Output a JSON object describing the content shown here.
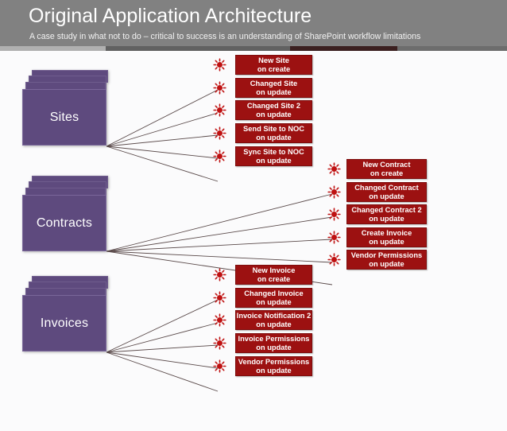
{
  "header": {
    "title": "Original Application Architecture",
    "subtitle": "A case study in what not to do – critical to success is an understanding of SharePoint workflow limitations",
    "bg_color": "#818181",
    "title_color": "#ffffff"
  },
  "accent_bar": {
    "segments": [
      {
        "name": "light",
        "color": "#b0b0b0"
      },
      {
        "name": "dark",
        "color": "#616161"
      },
      {
        "name": "maroon",
        "color": "#3b2020"
      },
      {
        "name": "mid",
        "color": "#6d6d6d"
      }
    ]
  },
  "colors": {
    "list_purple": "#5e4a7e",
    "workflow_red": "#9c1111",
    "canvas_bg": "#fbfbfc",
    "connector_line": "#5a4a4a"
  },
  "lists": [
    {
      "id": "sites",
      "label": "Sites"
    },
    {
      "id": "contracts",
      "label": "Contracts"
    },
    {
      "id": "invoices",
      "label": "Invoices"
    }
  ],
  "groups": [
    {
      "id": "sites-group",
      "source": "Sites",
      "workflows": [
        {
          "name": "New Site",
          "trigger": "on create"
        },
        {
          "name": "Changed Site",
          "trigger": "on update"
        },
        {
          "name": "Changed Site 2",
          "trigger": "on update"
        },
        {
          "name": "Send Site to NOC",
          "trigger": "on update"
        },
        {
          "name": "Sync Site to NOC",
          "trigger": "on update"
        }
      ]
    },
    {
      "id": "contracts-group",
      "source": "Contracts",
      "workflows": [
        {
          "name": "New Contract",
          "trigger": "on create"
        },
        {
          "name": "Changed Contract",
          "trigger": "on update"
        },
        {
          "name": "Changed Contract 2",
          "trigger": "on update"
        },
        {
          "name": "Create Invoice",
          "trigger": "on update"
        },
        {
          "name": "Vendor Permissions",
          "trigger": "on update"
        }
      ]
    },
    {
      "id": "invoices-group",
      "source": "Invoices",
      "workflows": [
        {
          "name": "New Invoice",
          "trigger": "on create"
        },
        {
          "name": "Changed Invoice",
          "trigger": "on update"
        },
        {
          "name": "Invoice Notification 2",
          "trigger": "on update"
        },
        {
          "name": "Invoice Permissions",
          "trigger": "on update"
        },
        {
          "name": "Vendor Permissions",
          "trigger": "on update"
        }
      ]
    }
  ],
  "icons": {
    "workflow": "gear-burst-icon"
  }
}
